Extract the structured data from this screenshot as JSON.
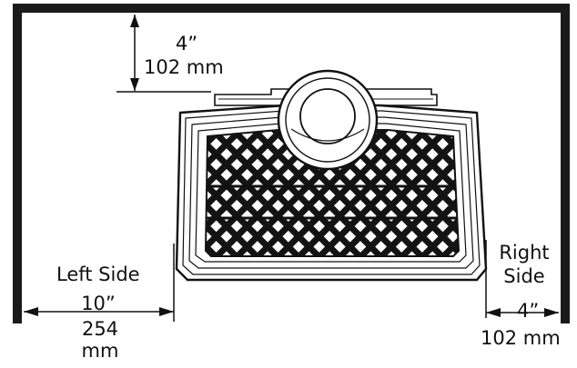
{
  "colors": {
    "ink": "#111111",
    "background": "#ffffff",
    "wall": "#1a1a1a"
  },
  "rear_clearance": {
    "imperial": "4”",
    "metric": "102 mm"
  },
  "left_side": {
    "title": "Left Side",
    "imperial": "10”",
    "metric_value": "254",
    "metric_unit": "mm"
  },
  "right_side": {
    "title_line1": "Right",
    "title_line2": "Side",
    "imperial": "4”",
    "metric": "102 mm"
  }
}
